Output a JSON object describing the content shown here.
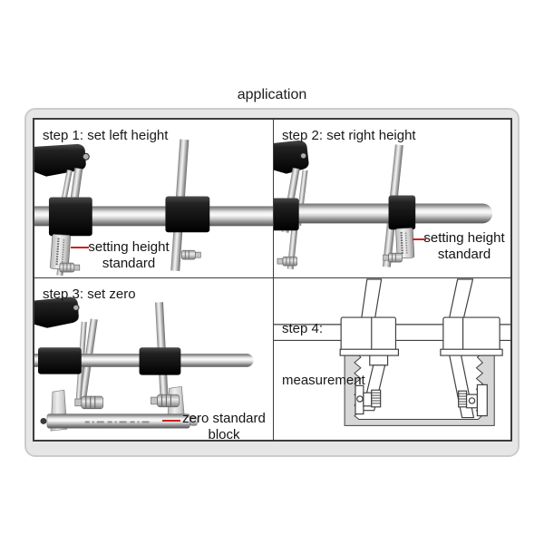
{
  "page": {
    "title": "application"
  },
  "panels": {
    "step1": {
      "title": "step 1: set left height",
      "annotation_line1": "setting height",
      "annotation_line2": "standard"
    },
    "step2": {
      "title": "step 2: set right height",
      "annotation_line1": "setting height",
      "annotation_line2": "standard"
    },
    "step3": {
      "title": "step 3: set zero",
      "annotation_line1": "zero standard",
      "annotation_line2": "block"
    },
    "step4": {
      "title_line1": "step 4:",
      "title_line2": "measurement"
    }
  },
  "colors": {
    "annotation_leader": "#cc2222",
    "panel_border": "#3c3c3c",
    "container_fill": "#e6e6e6",
    "container_border": "#cbcbcb"
  }
}
